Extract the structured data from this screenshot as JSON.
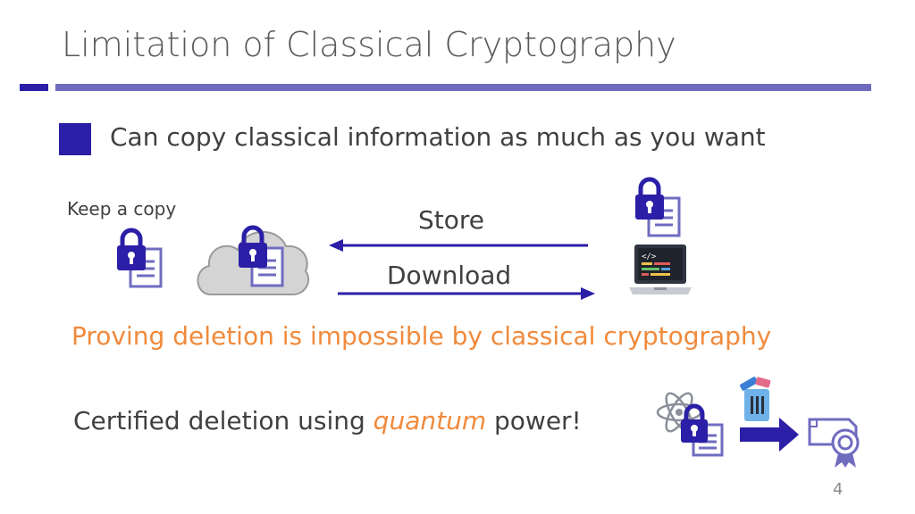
{
  "slide": {
    "title": "Limitation of Classical Cryptography",
    "bullet": "Can copy classical information as much as you want",
    "keep_label": "Keep a copy",
    "store_label": "Store",
    "download_label": "Download",
    "proving_text": "Proving deletion is impossible by classical cryptography",
    "certified": {
      "before": "Certified deletion using ",
      "emphasis": "quantum",
      "after": " power!"
    },
    "page_number": "4"
  },
  "colors": {
    "accent": "#2b1fa7",
    "rule": "#6f6cc0",
    "highlight": "#f08a3c",
    "text": "#404040"
  },
  "icons": [
    "locked-document-icon",
    "cloud-icon",
    "laptop-code-icon",
    "atom-icon",
    "trash-icon",
    "arrow-right-icon",
    "certificate-icon"
  ]
}
